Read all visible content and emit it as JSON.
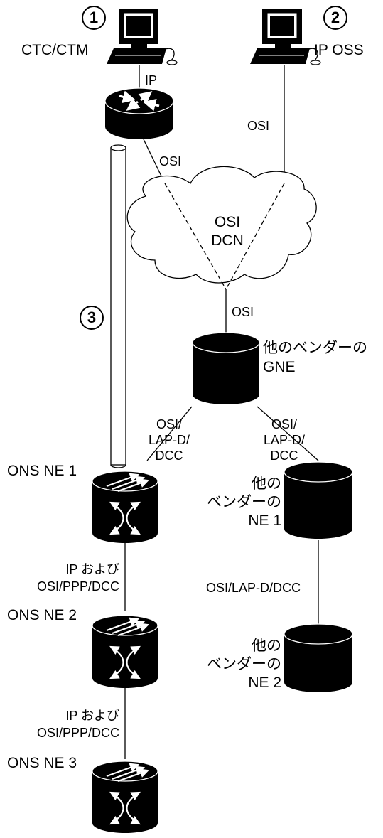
{
  "callouts": {
    "one": "1",
    "two": "2",
    "three": "3"
  },
  "nodes": {
    "ctc": "CTC/CTM",
    "ip_oss": "IP OSS",
    "dcn_line1": "OSI",
    "dcn_line2": "DCN",
    "gne_line1": "他のベンダーの",
    "gne_line2": "GNE",
    "ons_ne1": "ONS NE 1",
    "ons_ne2": "ONS NE 2",
    "ons_ne3": "ONS NE 3",
    "vendor_ne1": [
      "他の",
      "ベンダーの",
      "NE 1"
    ],
    "vendor_ne2": [
      "他の",
      "ベンダーの",
      "NE 2"
    ]
  },
  "links": {
    "ctc_router": "IP",
    "router_cloud": "OSI",
    "oss_cloud": "OSI",
    "cloud_gne": "OSI",
    "gne_left": [
      "OSI/",
      "LAP-D/",
      "DCC"
    ],
    "gne_right": [
      "OSI/",
      "LAP-D/",
      "DCC"
    ],
    "ne1_ne2": [
      "IP および",
      "OSI/PPP/DCC"
    ],
    "ne2_ne3": [
      "IP および",
      "OSI/PPP/DCC"
    ],
    "vendor_link": "OSI/LAP-D/DCC"
  },
  "icons": [
    "computer-icon",
    "router-icon",
    "cloud-icon",
    "database-icon",
    "ons-node-icon",
    "tunnel-pipe-icon"
  ]
}
